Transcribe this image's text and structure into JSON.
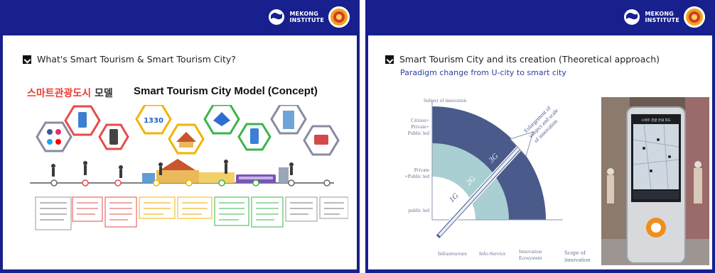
{
  "brand": {
    "line1": "MEKONG",
    "line2": "INSTITUTE"
  },
  "slide1": {
    "title": "What's Smart Tourism & Smart Tourism City?",
    "model_ko": "스마트관광도시",
    "model_ko_suffix": "모델",
    "model_en": "Smart Tourism City Model (Concept)",
    "badge_1330": "1330"
  },
  "slide2": {
    "title": "Smart Tourism City and its creation (Theoretical approach)",
    "subtitle": "Paradigm change from U-city to smart city",
    "y_axis_title": "Subject of innovation",
    "y_levels": [
      "Citizen+",
      "Private+",
      "Public led",
      "Private",
      "+Public led",
      "public led"
    ],
    "x_levels": [
      "Infrastructure",
      "Info-Service",
      "Innovation",
      "Ecosystem"
    ],
    "x_axis_title": [
      "Scope of",
      "innovation"
    ],
    "arrow_label": [
      "Enlargement of",
      "subject and scale",
      "of innovation"
    ],
    "rings": [
      "1G",
      "2G",
      "3G"
    ],
    "kiosk_screen_title": "스마트 관광 안내 지도"
  },
  "colors": {
    "navy": "#17208c",
    "dark_band": "#4a5a8a",
    "teal_band": "#a9cfd2",
    "accent_red": "#e73c2e"
  }
}
